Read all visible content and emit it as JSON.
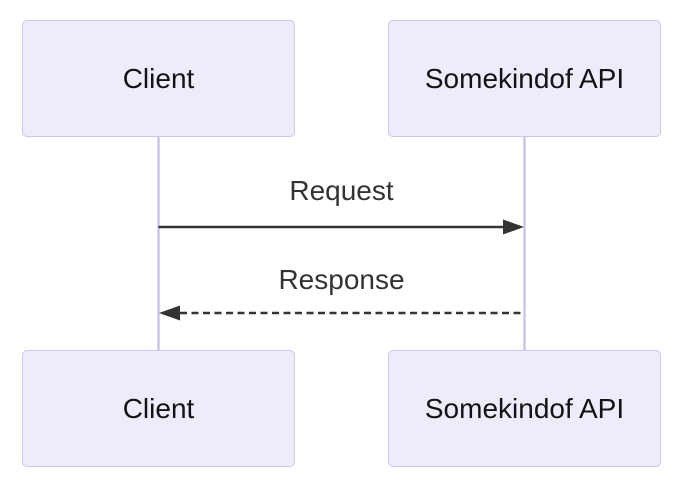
{
  "diagram": {
    "type": "sequence-diagram",
    "actors": [
      {
        "id": "client",
        "label": "Client"
      },
      {
        "id": "api",
        "label": "Somekindof API"
      }
    ],
    "messages": [
      {
        "from": "client",
        "to": "api",
        "label": "Request",
        "line_style": "solid",
        "direction": "right"
      },
      {
        "from": "api",
        "to": "client",
        "label": "Response",
        "line_style": "dashed",
        "direction": "left"
      }
    ],
    "colors": {
      "background": "#ffffff",
      "actor_fill": "#ececfb",
      "actor_border": "#cfc7ec",
      "actor_text": "#131313",
      "lifeline": "#cfc5e8",
      "arrow": "#333333",
      "message_text": "#333333"
    }
  }
}
